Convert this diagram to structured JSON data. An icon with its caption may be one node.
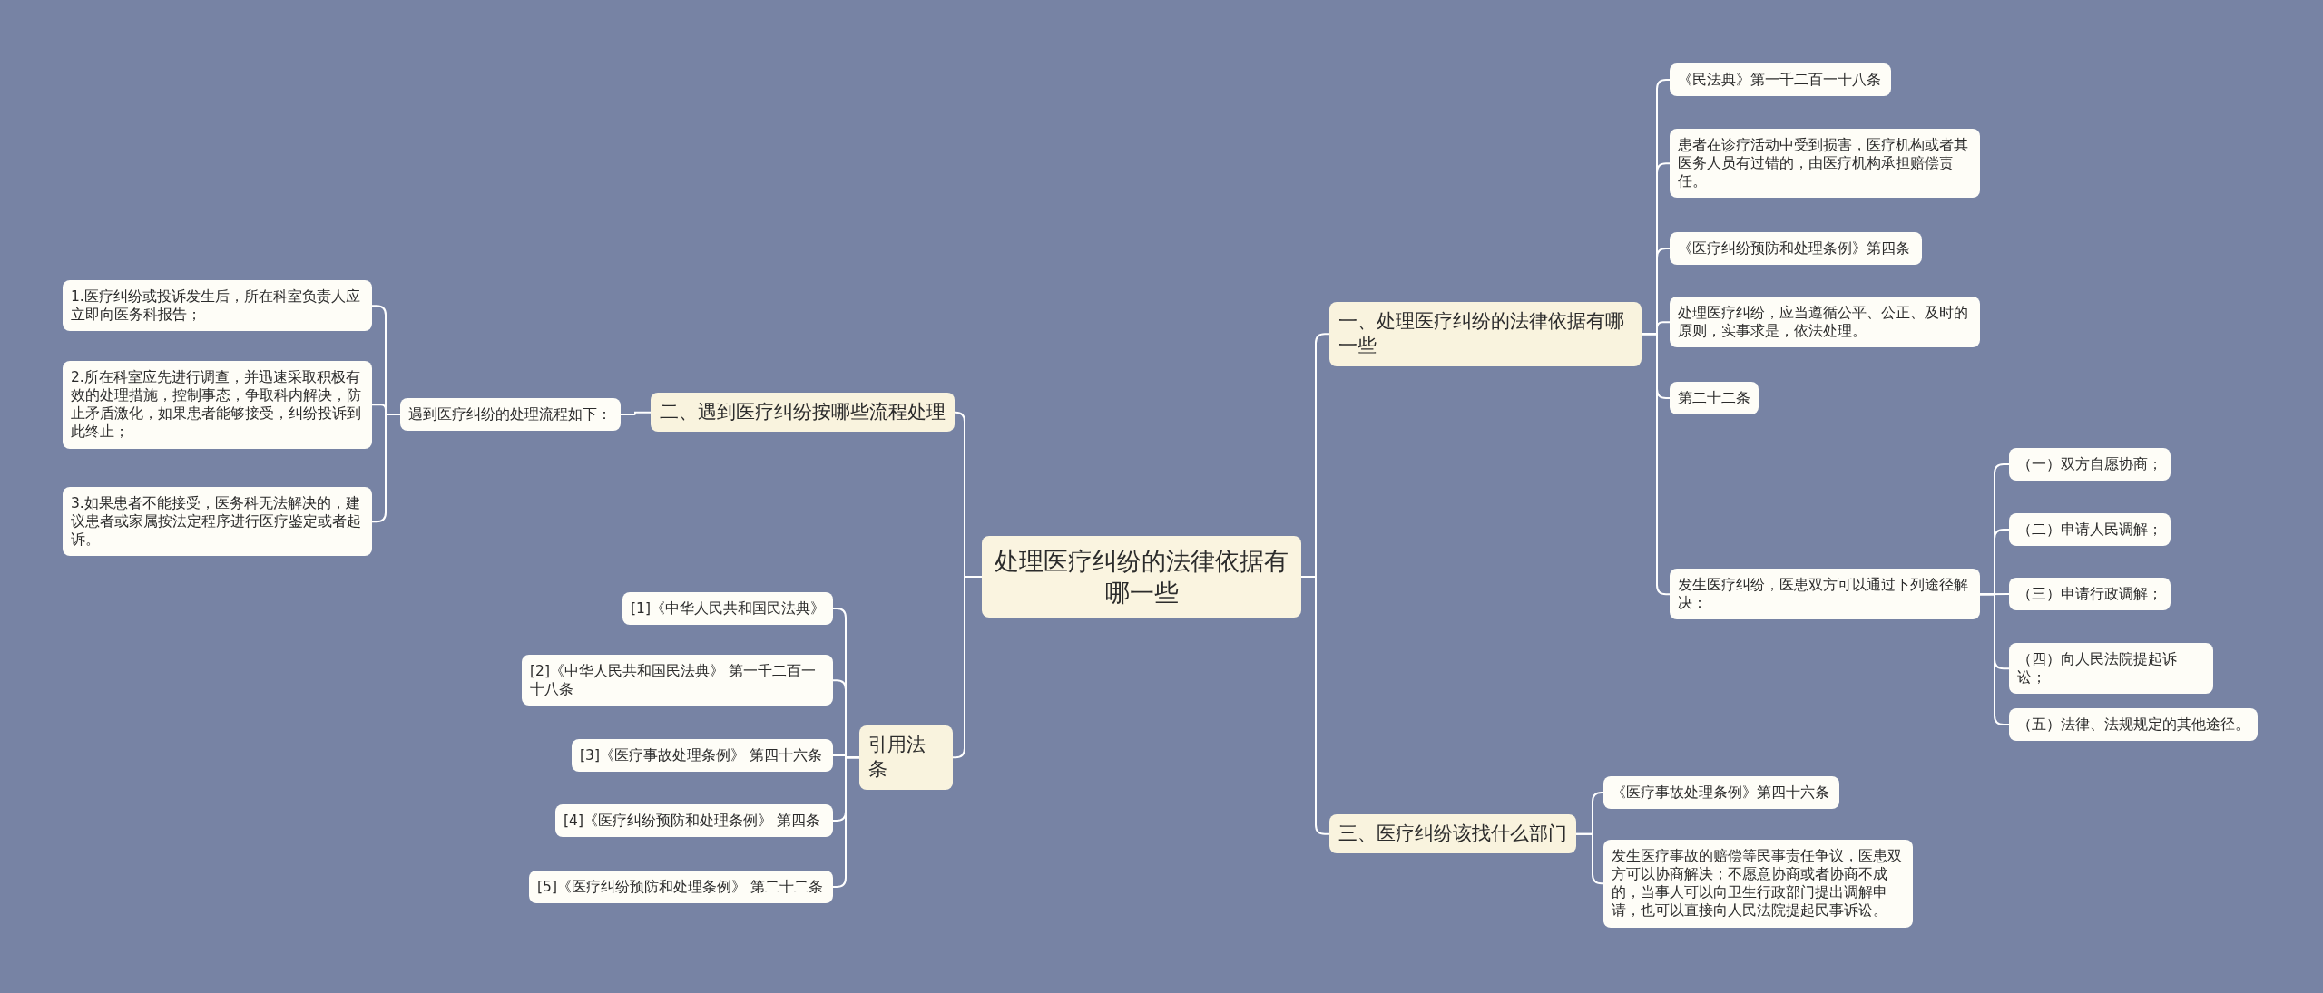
{
  "diagram": {
    "nodes": [
      {
        "text": [
          "处理医疗纠纷的法律依据有哪一些"
        ]
      },
      {
        "text": [
          "一、处理医疗纠纷的法律依据有哪一些"
        ]
      },
      {
        "text": [
          "《民法典》第一千二百一十八条"
        ]
      },
      {
        "text": [
          "患者在诊疗活动中受到损害，医疗机构或者其医务人员有过错的，由医疗机构承担赔偿责任。"
        ]
      },
      {
        "text": [
          "《医疗纠纷预防和处理条例》第四条"
        ]
      },
      {
        "text": [
          "处理医疗纠纷，应当遵循公平、公正、及时的原则，实事求是，依法处理。"
        ]
      },
      {
        "text": [
          "第二十二条"
        ]
      },
      {
        "text": [
          "发生医疗纠纷，医患双方可以通过下列途径解决："
        ]
      },
      {
        "text": [
          "（一）双方自愿协商；"
        ]
      },
      {
        "text": [
          "（二）申请人民调解；"
        ]
      },
      {
        "text": [
          "（三）申请行政调解；"
        ]
      },
      {
        "text": [
          "（四）向人民法院提起诉讼；"
        ]
      },
      {
        "text": [
          "（五）法律、法规规定的其他途径。"
        ]
      },
      {
        "text": [
          "三、医疗纠纷该找什么部门"
        ]
      },
      {
        "text": [
          "《医疗事故处理条例》第四十六条"
        ]
      },
      {
        "text": [
          "发生医疗事故的赔偿等民事责任争议，医患双方可以协商解决；不愿意协商或者协商不成的，当事人可以向卫生行政部门提出调解申请，也可以直接向人民法院提起民事诉讼。"
        ]
      },
      {
        "text": [
          "二、遇到医疗纠纷按哪些流程处理"
        ]
      },
      {
        "text": [
          "遇到医疗纠纷的处理流程如下："
        ]
      },
      {
        "text": [
          "1.医疗纠纷或投诉发生后，所在科室负责人应立即向医务科报告；"
        ]
      },
      {
        "text": [
          "2.所在科室应先进行调查，并迅速采取积极有效的处理措施，控制事态，争取科内解决，防止矛盾激化，如果患者能够接受，纠纷投诉到此终止；"
        ]
      },
      {
        "text": [
          "3.如果患者不能接受，医务科无法解决的，建议患者或家属按法定程序进行医疗鉴定或者起诉。"
        ]
      },
      {
        "text": [
          "引用法条"
        ]
      },
      {
        "text": [
          "[1]《中华人民共和国民法典》"
        ]
      },
      {
        "text": [
          "[2]《中华人民共和国民法典》 第一千二百一十八条"
        ]
      },
      {
        "text": [
          "[3]《医疗事故处理条例》 第四十六条"
        ]
      },
      {
        "text": [
          "[4]《医疗纠纷预防和处理条例》 第四条"
        ]
      },
      {
        "text": [
          "[5]《医疗纠纷预防和处理条例》 第二十二条"
        ]
      }
    ],
    "edges": [
      {
        "from": 0,
        "to": 1,
        "arrow": "none"
      },
      {
        "from": 1,
        "to": 2,
        "arrow": "none"
      },
      {
        "from": 1,
        "to": 3,
        "arrow": "none"
      },
      {
        "from": 1,
        "to": 4,
        "arrow": "none"
      },
      {
        "from": 1,
        "to": 5,
        "arrow": "none"
      },
      {
        "from": 1,
        "to": 6,
        "arrow": "none"
      },
      {
        "from": 1,
        "to": 7,
        "arrow": "none"
      },
      {
        "from": 7,
        "to": 8,
        "arrow": "none"
      },
      {
        "from": 7,
        "to": 9,
        "arrow": "none"
      },
      {
        "from": 7,
        "to": 10,
        "arrow": "none"
      },
      {
        "from": 7,
        "to": 11,
        "arrow": "none"
      },
      {
        "from": 7,
        "to": 12,
        "arrow": "none"
      },
      {
        "from": 0,
        "to": 13,
        "arrow": "none"
      },
      {
        "from": 13,
        "to": 14,
        "arrow": "none"
      },
      {
        "from": 13,
        "to": 15,
        "arrow": "none"
      },
      {
        "from": 0,
        "to": 16,
        "arrow": "none"
      },
      {
        "from": 16,
        "to": 17,
        "arrow": "none"
      },
      {
        "from": 17,
        "to": 18,
        "arrow": "none"
      },
      {
        "from": 17,
        "to": 19,
        "arrow": "none"
      },
      {
        "from": 17,
        "to": 20,
        "arrow": "none"
      },
      {
        "from": 0,
        "to": 21,
        "arrow": "none"
      },
      {
        "from": 21,
        "to": 22,
        "arrow": "none"
      },
      {
        "from": 21,
        "to": 23,
        "arrow": "none"
      },
      {
        "from": 21,
        "to": 24,
        "arrow": "none"
      },
      {
        "from": 21,
        "to": 25,
        "arrow": "none"
      },
      {
        "from": 21,
        "to": 26,
        "arrow": "none"
      }
    ]
  }
}
